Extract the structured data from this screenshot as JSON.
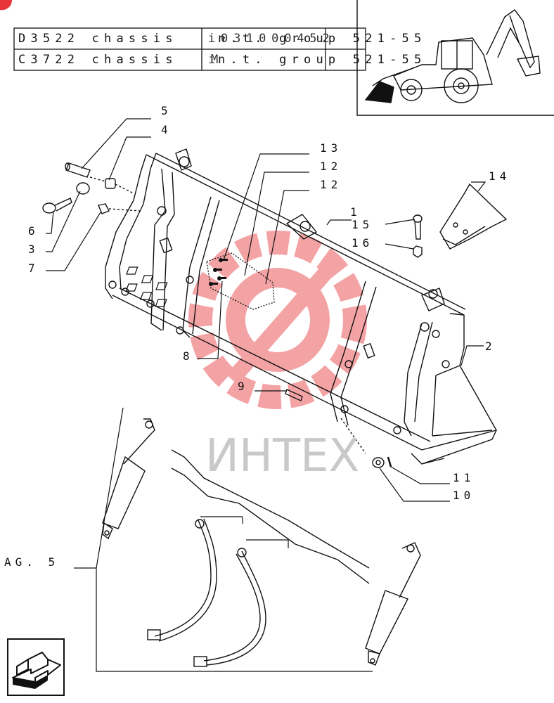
{
  "header": {
    "rows": [
      {
        "model": "D3522 chassis",
        "group": "n.t. group 521-55"
      },
      {
        "model": "C3722 chassis",
        "group": "n.t. group 521-55"
      }
    ],
    "overlay_code": "i031000452",
    "overlay_m": "M",
    "overlay_i": "i"
  },
  "labels": {
    "n1": "1",
    "n2": "2",
    "n3": "3",
    "n4": "4",
    "n5": "5",
    "n6": "6",
    "n7": "7",
    "n8": "8",
    "n9": "9",
    "n10": "10",
    "n11": "11",
    "n12a": "12",
    "n12b": "12",
    "n13": "13",
    "n14": "14",
    "n15": "15",
    "n16": "16",
    "ref": "AG. 5"
  },
  "watermark": "ИНТЕХ",
  "colors": {
    "ink": "#111111",
    "watermark_red": "#e8343a",
    "watermark_grey": "#c9c9c9"
  },
  "icons": [
    "backhoe-loader-icon",
    "navigation-arrow-icon",
    "corner-badge-icon"
  ]
}
